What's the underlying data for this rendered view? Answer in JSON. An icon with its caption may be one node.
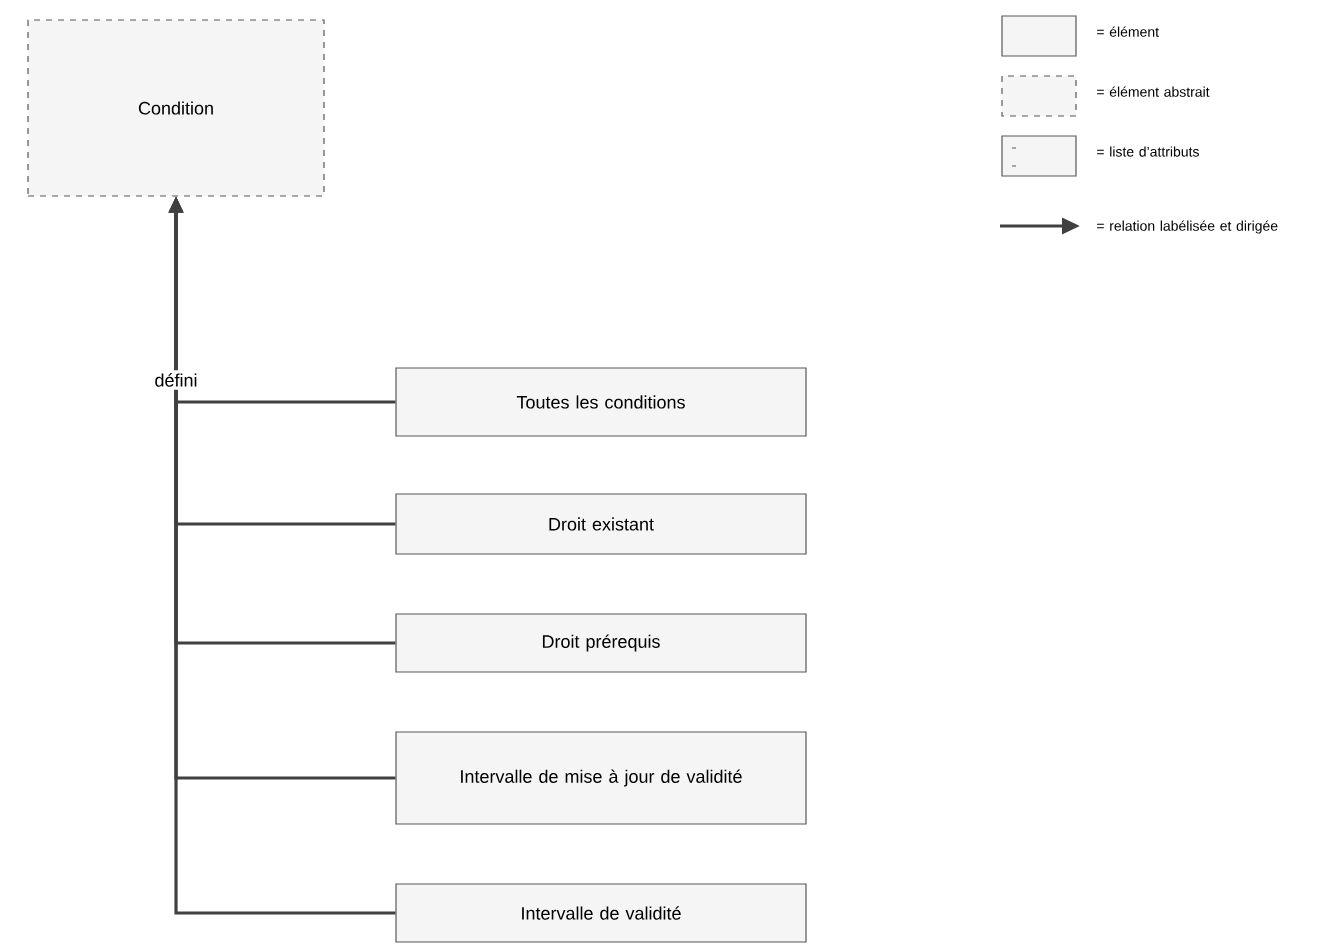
{
  "diagram": {
    "nodes": [
      {
        "text": [
          "Condition"
        ]
      },
      {
        "text": [
          "Toutes les conditions"
        ]
      },
      {
        "text": [
          "Droit existant"
        ]
      },
      {
        "text": [
          "Droit prérequis"
        ]
      },
      {
        "text": [
          "Intervalle de mise à jour de validité"
        ]
      },
      {
        "text": [
          "Intervalle de validité"
        ]
      }
    ],
    "edges": [
      {
        "from": 1,
        "to": 0,
        "arrow": "to",
        "label": "défini"
      },
      {
        "from": 2,
        "to": 0,
        "arrow": "to"
      },
      {
        "from": 3,
        "to": 0,
        "arrow": "to"
      },
      {
        "from": 4,
        "to": 0,
        "arrow": "to"
      },
      {
        "from": 5,
        "to": 0,
        "arrow": "to"
      }
    ],
    "legend": [
      {
        "text": "= élément"
      },
      {
        "text": "= élément abstrait"
      },
      {
        "text": "= liste d’attributs"
      },
      {
        "text": "= relation labélisée et dirigée"
      }
    ]
  }
}
